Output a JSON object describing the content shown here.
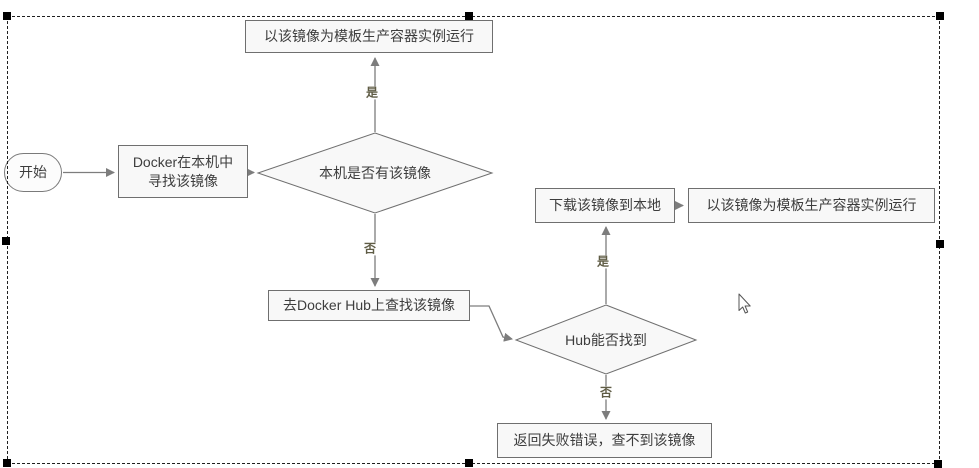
{
  "diagram": {
    "description": "Docker 镜像查找流程图",
    "nodes": {
      "start": {
        "label": "开始"
      },
      "find_local": {
        "line1": "Docker在本机中",
        "line2": "寻找该镜像"
      },
      "local_has_image": {
        "label": "本机是否有该镜像"
      },
      "run_instance_top": {
        "label": "以该镜像为模板生产容器实例运行"
      },
      "hub_search": {
        "label": "去Docker Hub上查找该镜像"
      },
      "hub_found": {
        "label": "Hub能否找到"
      },
      "download_local": {
        "label": "下载该镜像到本地"
      },
      "run_instance_right": {
        "label": "以该镜像为模板生产容器实例运行"
      },
      "fail": {
        "label": "返回失败错误，查不到该镜像"
      }
    },
    "edge_labels": {
      "local_yes": "是",
      "local_no": "否",
      "hub_yes": "是",
      "hub_no": "否"
    },
    "colors": {
      "node_fill": "#f8f8f8",
      "node_border": "#6f6f6f",
      "connector": "#7d7d7d",
      "node_text": "#3d3d3d",
      "edge_label_text": "#5f5c45",
      "selection_handle": "#000000",
      "canvas_background": "#ffffff"
    }
  }
}
